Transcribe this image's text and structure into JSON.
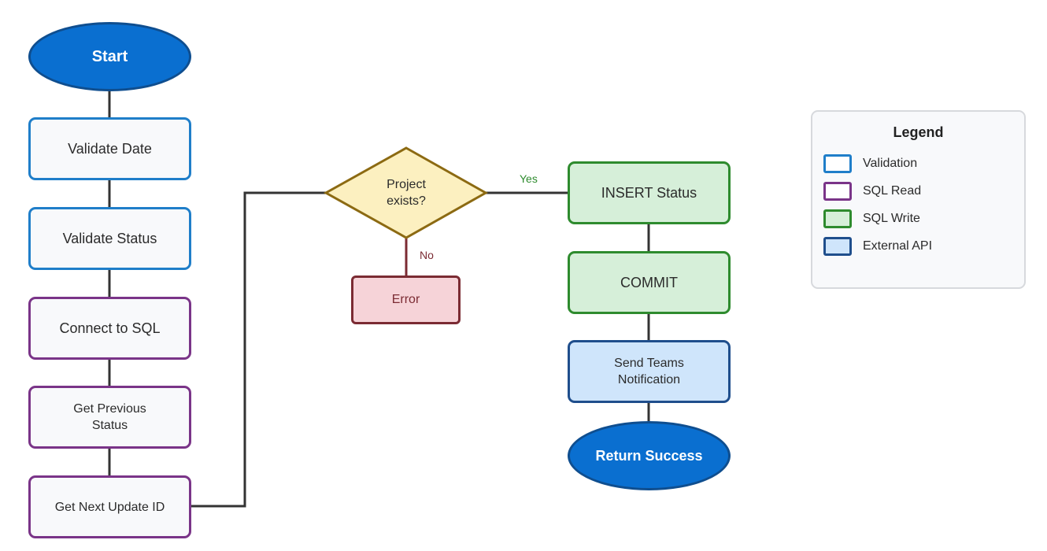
{
  "nodes": {
    "start": "Start",
    "validate_date": "Validate Date",
    "validate_status": "Validate Status",
    "connect_sql": "Connect to SQL",
    "get_previous_status": "Get Previous\nStatus",
    "get_next_update_id": "Get Next Update ID",
    "project_exists": "Project\nexists?",
    "error": "Error",
    "insert_status": "INSERT Status",
    "commit": "COMMIT",
    "send_teams_notification": "Send Teams\nNotification",
    "return_success": "Return Success"
  },
  "edge_labels": {
    "yes": "Yes",
    "no": "No"
  },
  "legend": {
    "title": "Legend",
    "items": [
      {
        "label": "Validation",
        "fill": "#ffffff",
        "stroke": "#1f7ec9"
      },
      {
        "label": "SQL Read",
        "fill": "#ffffff",
        "stroke": "#7a3488"
      },
      {
        "label": "SQL Write",
        "fill": "#d6efd9",
        "stroke": "#2e8b2e"
      },
      {
        "label": "External API",
        "fill": "#cfe5fb",
        "stroke": "#1f4e8c"
      }
    ]
  },
  "colors": {
    "connector": "#333333",
    "yes_connector": "#333333",
    "no_connector": "#7b2b33",
    "decision_fill": "#fcf0c0",
    "decision_stroke": "#8c6a12"
  }
}
